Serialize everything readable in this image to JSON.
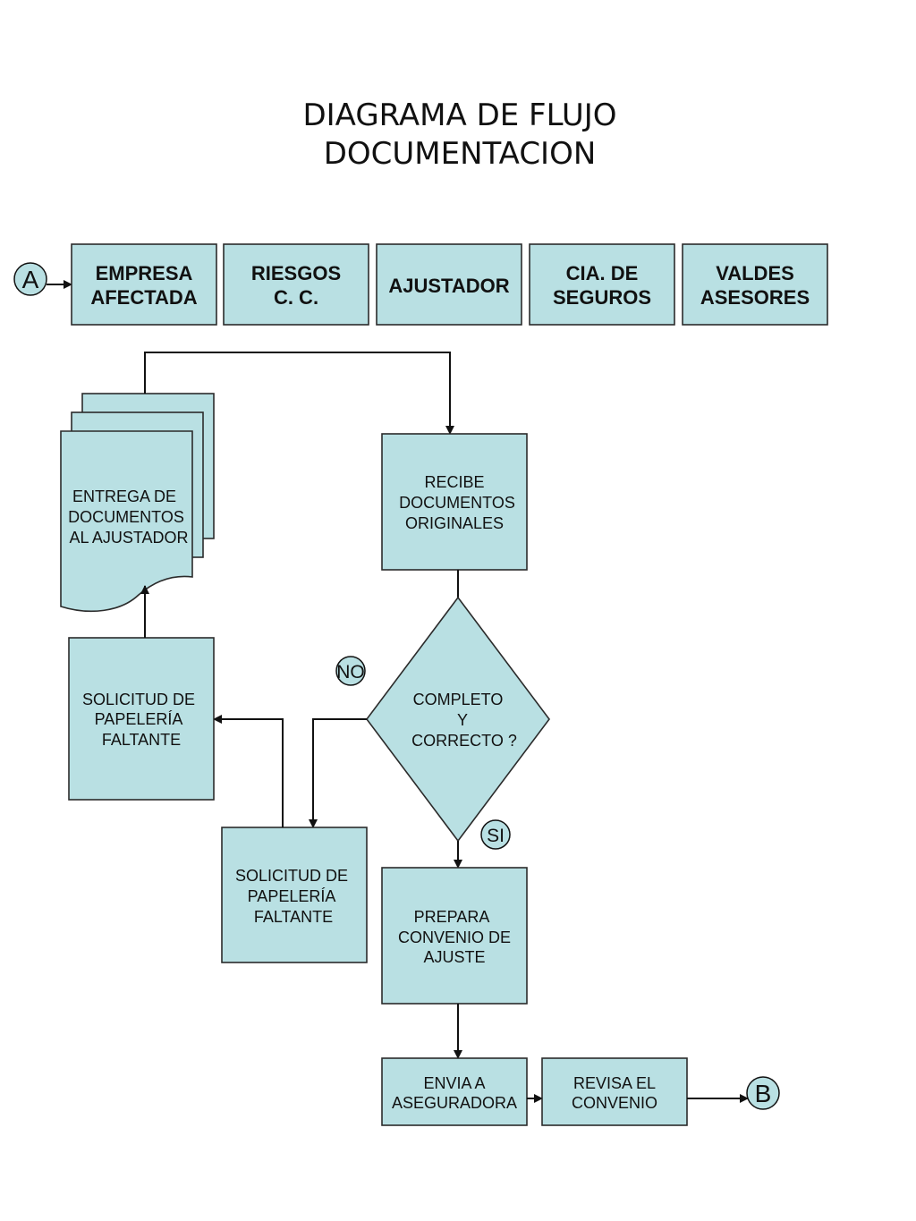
{
  "title": {
    "line1": "DIAGRAMA  DE  FLUJO",
    "line2": "DOCUMENTACION"
  },
  "headers": {
    "empresa": [
      "EMPRESA",
      "AFECTADA"
    ],
    "riesgos": [
      "RIESGOS",
      "C. C."
    ],
    "ajustador": [
      "AJUSTADOR"
    ],
    "cia": [
      "CIA. DE",
      "SEGUROS"
    ],
    "valdes": [
      "VALDES",
      "ASESORES"
    ]
  },
  "connectors": {
    "start": "A",
    "end": "B"
  },
  "nodes": {
    "entrega": [
      "ENTREGA DE",
      "DOCUMENTOS",
      "AL AJUSTADOR"
    ],
    "recibe": [
      "RECIBE",
      "DOCUMENTOS",
      "ORIGINALES"
    ],
    "decision": [
      "COMPLETO",
      "Y",
      "CORRECTO ?"
    ],
    "solicitud_left": [
      "SOLICITUD DE",
      "PAPELERÍA",
      "FALTANTE"
    ],
    "solicitud_mid": [
      "SOLICITUD DE",
      "PAPELERÍA",
      "FALTANTE"
    ],
    "prepara": [
      "PREPARA",
      "CONVENIO DE",
      "AJUSTE"
    ],
    "envia": [
      "ENVIA A",
      "ASEGURADORA"
    ],
    "revisa": [
      "REVISA EL",
      "CONVENIO"
    ]
  },
  "branch_labels": {
    "no": "NO",
    "si": "SI"
  },
  "colors": {
    "box_fill": "#b9e0e3",
    "stroke": "#2b2b2b"
  }
}
